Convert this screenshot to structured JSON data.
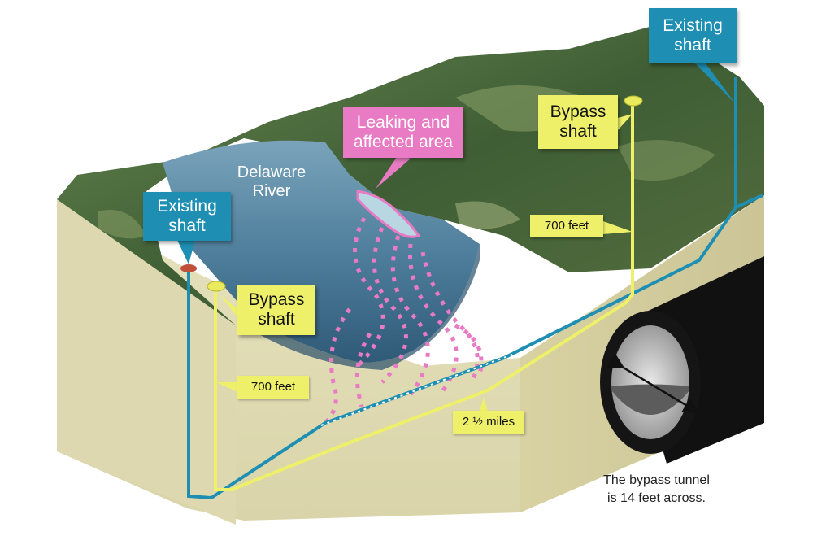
{
  "labels": {
    "existing_shaft_right": [
      "Existing",
      "shaft"
    ],
    "existing_shaft_left": [
      "Existing",
      "shaft"
    ],
    "bypass_shaft_right": [
      "Bypass",
      "shaft"
    ],
    "bypass_shaft_left": [
      "Bypass",
      "shaft"
    ],
    "leaking_area": [
      "Leaking and",
      "affected area"
    ],
    "river": [
      "Delaware",
      "River"
    ],
    "depth_right": "700 feet",
    "depth_left": "700 feet",
    "tunnel_length": "2 ½ miles",
    "caption": [
      "The bypass tunnel",
      "is 14 feet across."
    ]
  },
  "colors": {
    "existing_shaft": "#1e8fb3",
    "bypass_shaft": "#eef06a",
    "leak": "#e87bc3",
    "soil": "#e3dfba",
    "river": "#5b8aa6",
    "terrain": "#4c6b3c",
    "tunnel_pipe": "#111111"
  }
}
